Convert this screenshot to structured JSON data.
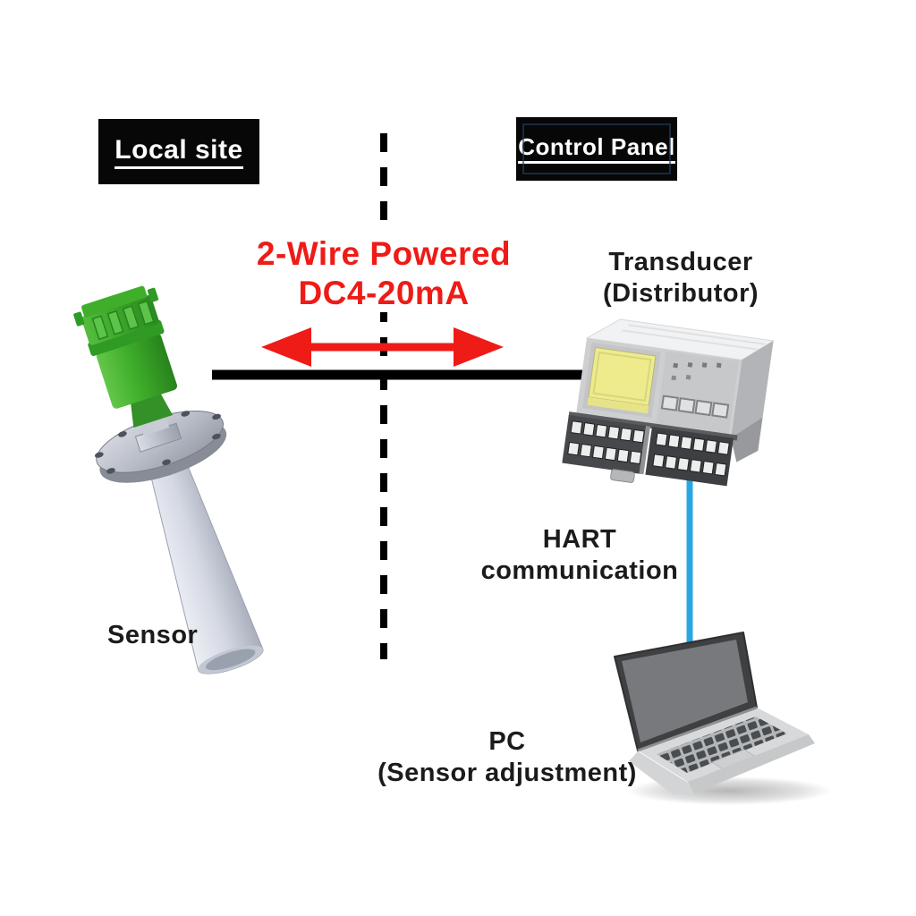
{
  "zones": {
    "local_site": "Local site",
    "control_panel": "Control Panel"
  },
  "connection": {
    "label_line1": "2-Wire Powered",
    "label_line2": "DC4-20mA"
  },
  "nodes": {
    "sensor": {
      "label": "Sensor"
    },
    "transducer": {
      "label_line1": "Transducer",
      "label_line2": "(Distributor)"
    },
    "pc": {
      "label_line1": "PC",
      "label_line2": "(Sensor adjustment)"
    }
  },
  "links": {
    "hart": {
      "label_line1": "HART",
      "label_line2": "communication"
    }
  },
  "colors": {
    "accent_red": "#ee1b17",
    "hart_blue": "#29a7e2",
    "sensor_green": "#3fae2a",
    "screen_yellow": "#eeeb8c",
    "wire_black": "#000000",
    "text_black": "#1b1b1b",
    "zone_box_bg": "#070707",
    "zone_box_text": "#ffffff"
  }
}
